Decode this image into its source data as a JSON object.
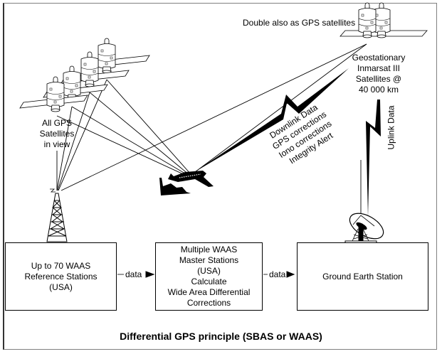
{
  "title": "Differential GPS principle (SBAS or WAAS)",
  "labels": {
    "gps_satellites": [
      "All GPS",
      "Satellites",
      "in view"
    ],
    "double_also": "Double also as GPS satellites",
    "geostationary": [
      "Geostationary",
      "Inmarsat III",
      "Satellites @",
      "40 000 km"
    ],
    "downlink": [
      "Downlink Data",
      "GPS corrections",
      "Iono corrections",
      "Integrity Alert"
    ],
    "uplink": "Uplink Data"
  },
  "boxes": {
    "reference": [
      "Up to 70 WAAS",
      "Reference Stations",
      "(USA)"
    ],
    "master": [
      "Multiple WAAS",
      "Master Stations",
      "(USA)",
      "Calculate",
      "Wide Area Differential",
      "Corrections"
    ],
    "ground": [
      "Ground Earth Station"
    ]
  },
  "flows": {
    "ref_to_master": "data",
    "master_to_ground": "data"
  },
  "colors": {
    "line": "#000000",
    "frame": "#808080",
    "background": "#ffffff"
  },
  "icons": [
    "gps-satellite-icon",
    "geostationary-satellite-icon",
    "airplane-icon",
    "radio-tower-icon",
    "satellite-dish-icon",
    "lightning-bolt-icon",
    "arrow-right-icon"
  ]
}
